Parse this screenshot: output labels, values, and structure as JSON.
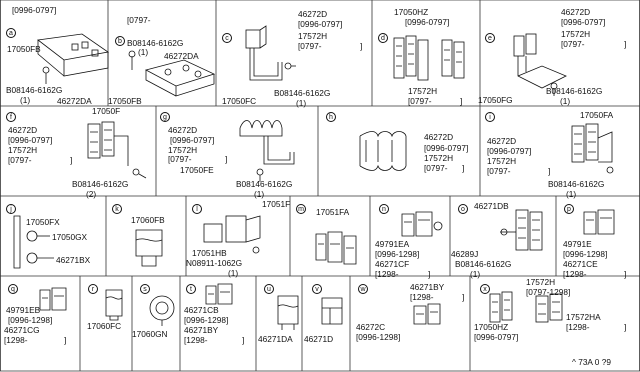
{
  "footer_code": "^ 73A 0 ?9",
  "sections": [
    {
      "key": "a",
      "name": "section-a",
      "labels": [
        "[0996-0797]",
        "17050FB",
        "B08146-6162G",
        "(1)",
        "46272DA"
      ]
    },
    {
      "key": "b",
      "name": "section-b",
      "labels": [
        "[0797-",
        "B08146-6162G",
        "(1)",
        "46272DA",
        "17050FB"
      ]
    },
    {
      "key": "c",
      "name": "section-c",
      "labels": [
        "46272D",
        "[0996-0797]",
        "17572H",
        "[0797-",
        "]",
        "17050FC",
        "B08146-6162G",
        "(1)"
      ]
    },
    {
      "key": "d",
      "name": "section-d",
      "labels": [
        "17050HZ",
        "[0996-0797]",
        "17572H",
        "[0797-",
        "]"
      ]
    },
    {
      "key": "e",
      "name": "section-e",
      "labels": [
        "46272D",
        "[0996-0797]",
        "17572H",
        "[0797-",
        "]",
        "17050FG",
        "B08146-6162G",
        "(1)"
      ]
    },
    {
      "key": "f",
      "name": "section-f",
      "labels": [
        "17050F",
        "46272D",
        "[0996-0797]",
        "17572H",
        "[0797-",
        "]",
        "B08146-6162G",
        "(2)"
      ]
    },
    {
      "key": "g",
      "name": "section-g",
      "labels": [
        "46272D",
        "[0996-0797]",
        "17572H",
        "[0797-",
        "]",
        "17050FE",
        "B08146-6162G",
        "(1)"
      ]
    },
    {
      "key": "h",
      "name": "section-h",
      "labels": [
        "46272D",
        "[0996-0797]",
        "17572H",
        "[0797-",
        "]"
      ]
    },
    {
      "key": "i",
      "name": "section-i",
      "labels": [
        "17050FA",
        "46272D",
        "[0996-0797]",
        "17572H",
        "[0797-",
        "]",
        "B08146-6162G",
        "(1)"
      ]
    },
    {
      "key": "j",
      "name": "section-j",
      "labels": [
        "17050FX",
        "17050GX",
        "46271BX"
      ]
    },
    {
      "key": "k",
      "name": "section-k",
      "labels": [
        "17060FB"
      ]
    },
    {
      "key": "l",
      "name": "section-l",
      "labels": [
        "17051F",
        "17051HB",
        "N08911-1062G",
        "(1)"
      ]
    },
    {
      "key": "m",
      "name": "section-m",
      "labels": [
        "17051FA"
      ]
    },
    {
      "key": "n",
      "name": "section-n",
      "labels": [
        "49791EA",
        "[0996-1298]",
        "46271CF",
        "[1298-",
        "]"
      ]
    },
    {
      "key": "o",
      "name": "section-o",
      "labels": [
        "46271DB",
        "46289J",
        "B08146-6162G",
        "(1)"
      ]
    },
    {
      "key": "p",
      "name": "section-p",
      "labels": [
        "49791E",
        "[0996-1298]",
        "46271CE",
        "[1298-",
        "]"
      ]
    },
    {
      "key": "q",
      "name": "section-q",
      "labels": [
        "49791EB",
        "[0996-1298]",
        "46271CG",
        "[1298-",
        "]"
      ]
    },
    {
      "key": "r",
      "name": "section-r",
      "labels": [
        "17060FC"
      ]
    },
    {
      "key": "s",
      "name": "section-s",
      "labels": [
        "17060GN"
      ]
    },
    {
      "key": "t",
      "name": "section-t",
      "labels": [
        "46271CB",
        "[0996-1298]",
        "46271BY",
        "[1298-",
        "]"
      ]
    },
    {
      "key": "u",
      "name": "section-u",
      "labels": [
        "46271DA"
      ]
    },
    {
      "key": "v",
      "name": "section-v",
      "labels": [
        "46271D"
      ]
    },
    {
      "key": "w",
      "name": "section-w",
      "labels": [
        "46271BY",
        "[1298-",
        "]",
        "46272C",
        "[0996-1298]"
      ]
    },
    {
      "key": "x",
      "name": "section-x",
      "labels": [
        "17572H",
        "[0797-1298]",
        "17050HZ",
        "[0996-0797]",
        "17572HA",
        "[1298-",
        "]"
      ]
    }
  ]
}
